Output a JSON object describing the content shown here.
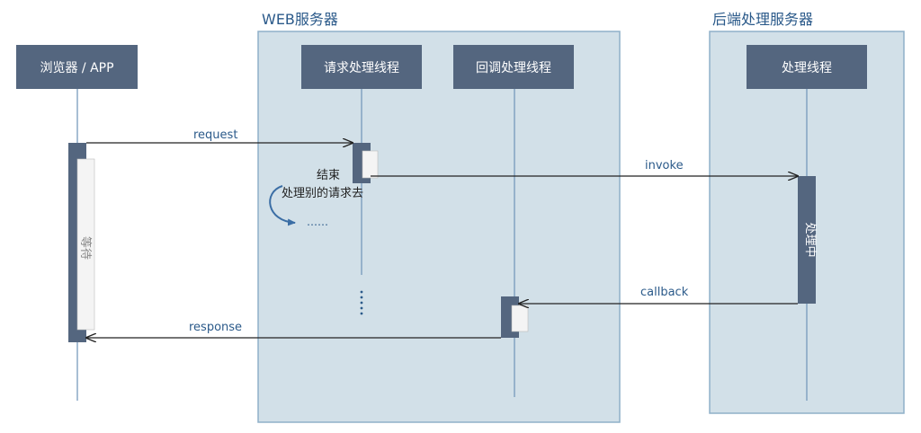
{
  "colors": {
    "zone_fill": "#d2e0e8",
    "zone_border": "#8fb0c9",
    "box_fill": "#54667f",
    "box_text": "#ffffff",
    "lifeline": "#6e93b8",
    "message_line": "#222222",
    "label_text": "#2b5a8a",
    "activation_dark": "#54667f",
    "activation_light": "#f4f4f4"
  },
  "zones": {
    "web_server": "WEB服务器",
    "backend_server": "后端处理服务器"
  },
  "participants": {
    "browser": "浏览器 / APP",
    "request_thread": "请求处理线程",
    "callback_thread": "回调处理线程",
    "processing_thread": "处理线程"
  },
  "messages": {
    "request": "request",
    "invoke": "invoke",
    "callback": "callback",
    "response": "response"
  },
  "notes": {
    "end_line1": "结束",
    "end_line2": "处理别的请求去",
    "ellipsis": "……",
    "waiting": "等待",
    "processing": "处理中"
  },
  "icons": {
    "loop_arrow": "curved-loop-arrow-icon",
    "vertical_dots": "vertical-dots-icon"
  }
}
